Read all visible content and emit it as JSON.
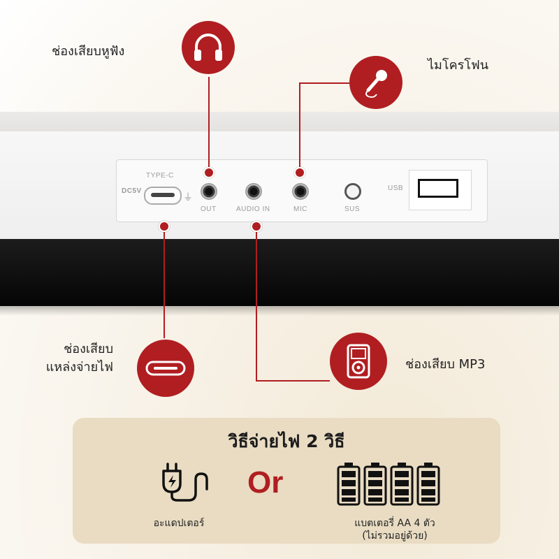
{
  "panel": {
    "type_c": "TYPE-C",
    "dc": "DC5V",
    "out": "OUT",
    "audio_in": "AUDIO IN",
    "mic": "MIC",
    "sus": "SUS",
    "usb": "USB"
  },
  "callouts": {
    "headphone": "ช่องเสียบหูฟัง",
    "microphone": "ไมโครโฟน",
    "power_line1": "ช่องเสียบ",
    "power_line2": "แหล่งจ่ายไฟ",
    "mp3": "ช่องเสียบ MP3"
  },
  "power_box": {
    "title": "วิธีจ่ายไฟ 2 วิธี",
    "or": "Or",
    "adapter": "อะแดปเตอร์",
    "battery_line1": "แบตเตอรี่ AA 4 ตัว",
    "battery_line2": "(ไม่รวมอยู่ด้วย)"
  },
  "colors": {
    "accent": "#b01e21",
    "box_bg": "#e9dcc3",
    "keyboard_black": "#0d0d0d"
  },
  "icons": [
    "headphones-icon",
    "microphone-icon",
    "usb-c-port-icon",
    "mp3-player-icon",
    "power-adapter-icon",
    "battery-icon"
  ]
}
